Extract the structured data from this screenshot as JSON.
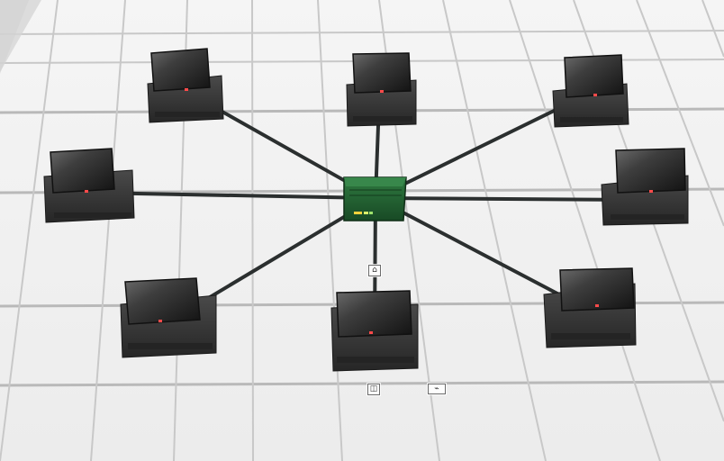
{
  "diagram": {
    "topology": "star",
    "central_node": "switch",
    "peripheral_nodes": [
      "computer",
      "computer",
      "computer",
      "computer",
      "computer",
      "computer",
      "computer",
      "computer"
    ]
  },
  "colors": {
    "switch_body": "#1f5d2f",
    "switch_top": "#2f7a40",
    "computer_base": "#343434",
    "monitor_frame": "#252525",
    "cable": "#2b2f2f",
    "floor": "#f3f3f3",
    "grid": "#b9b9b9"
  },
  "icons": [
    {
      "name": "home-icon"
    },
    {
      "name": "camera-icon"
    },
    {
      "name": "speech-bubble-icon"
    }
  ]
}
